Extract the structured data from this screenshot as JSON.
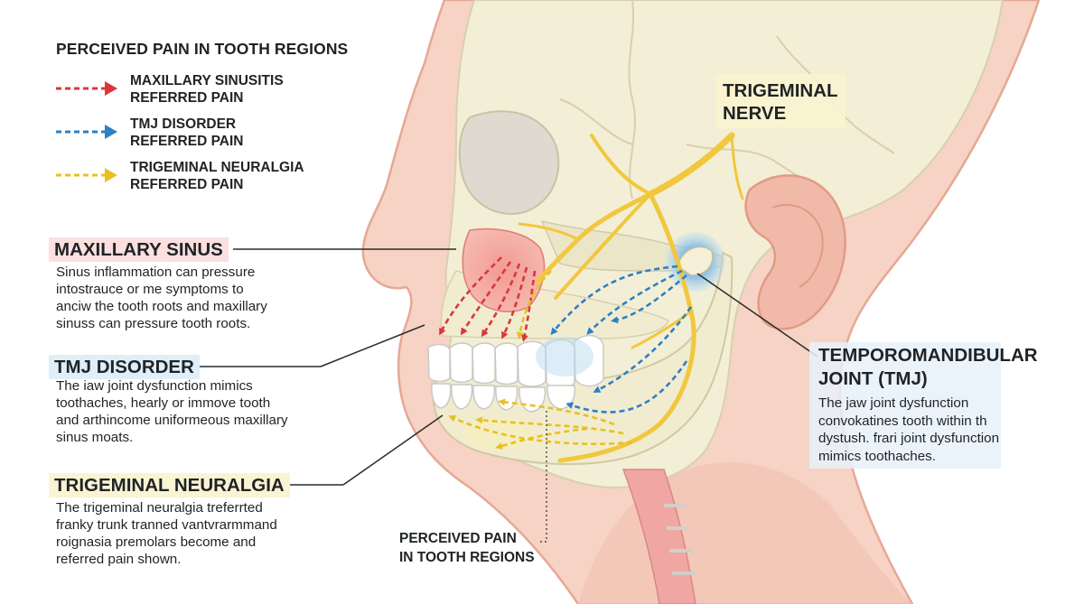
{
  "legend": {
    "title": "PERCEIVED PAIN IN TOOTH REGIONS",
    "items": [
      {
        "label_line1": "MAXILLARY SINUSITIS",
        "label_line2": "REFERRED PAIN",
        "color": "#d9383a"
      },
      {
        "label_line1": "TMJ DISORDER",
        "label_line2": "REFERRED PAIN",
        "color": "#2f7fc4"
      },
      {
        "label_line1": "TRIGEMINAL NEURALGIA",
        "label_line2": "REFERRED PAIN",
        "color": "#e8c120"
      }
    ]
  },
  "labels": {
    "maxillary": {
      "title": "MAXILLARY SINUS",
      "lines": [
        "Sinus inflammation can pressure",
        "intostrauce or me symptoms to",
        "anciw the tooth roots and maxillary",
        "sinuss can pressure tooth roots."
      ]
    },
    "tmj_left": {
      "title": "TMJ DISORDER",
      "lines": [
        "The iaw joint dysfunction mimics",
        "toothaches, hearly or immove tooth",
        "and arthincome uniformeous maxillary",
        "sinus moats."
      ]
    },
    "trigeminal": {
      "title": "TRIGEMINAL NEURALGIA",
      "lines": [
        "The trigeminal neuralgia treferrted",
        "franky trunk tranned vantvrarmmand",
        "roignasia premolars become and",
        "referred pain shown."
      ]
    },
    "nerve": {
      "line1": "TRIGEMINAL",
      "line2": "NERVE"
    },
    "tmj_right": {
      "line1": "TEMPOROMANDIBULAR",
      "line2": "JOINT (TMJ)",
      "lines": [
        "The jaw joint dysfunction",
        "convokatines tooth within th",
        "dystush. frari joint dysfunction",
        "mimics toothaches."
      ]
    },
    "perceived": {
      "line1": "PERCEIVED PAIN",
      "line2": "IN TOOTH REGIONS"
    }
  },
  "colors": {
    "red": "#d9383a",
    "blue": "#2f7fc4",
    "yellow": "#e8c120",
    "skin": "#f6d3c4",
    "skin_outline": "#e6a894",
    "bone": "#f3efd6"
  }
}
